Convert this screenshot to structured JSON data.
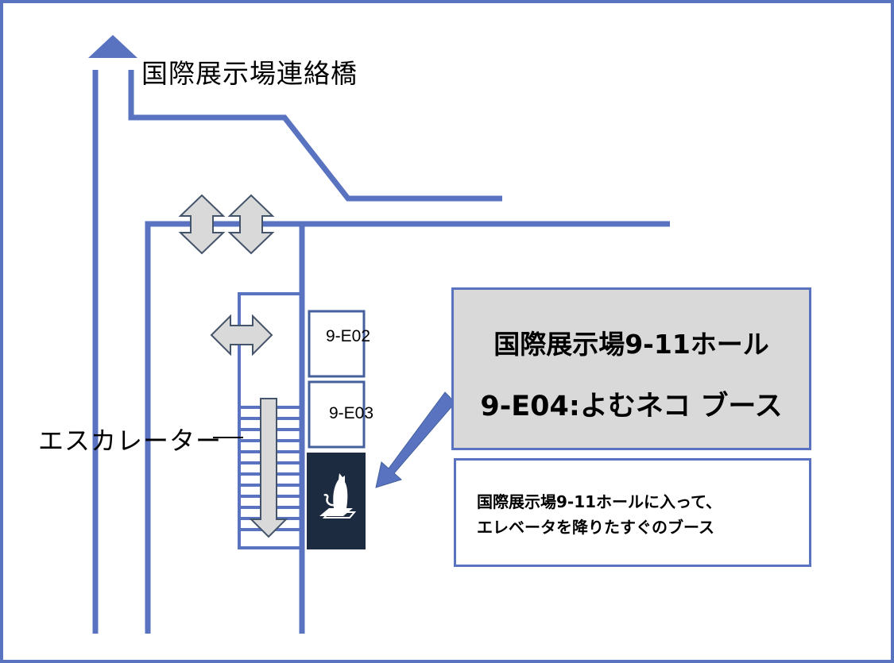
{
  "colors": {
    "route_line": "#5a73c0",
    "arrow_fill": "#d9d9d9",
    "arrow_stroke": "#44546a",
    "booth_border": "#44609c",
    "highlight_booth_bg": "#1c2b3f",
    "callout_bg": "#d9d9d9"
  },
  "map": {
    "bridge_label": "国際展示場連絡橋",
    "escalator_label": "エスカレーター",
    "booths": [
      {
        "id": "9-E02",
        "label": "9-E02"
      },
      {
        "id": "9-E03",
        "label": "9-E03"
      },
      {
        "id": "9-E04",
        "label": "",
        "icon": "cat-on-book-icon",
        "highlighted": true
      }
    ]
  },
  "callout": {
    "line1": "国際展示場9-11ホール",
    "line2": "9-E04:よむネコ ブース"
  },
  "note": {
    "line1": "国際展示場9-11ホールに入って、",
    "line2": "エレベータを降りたすぐのブース"
  }
}
